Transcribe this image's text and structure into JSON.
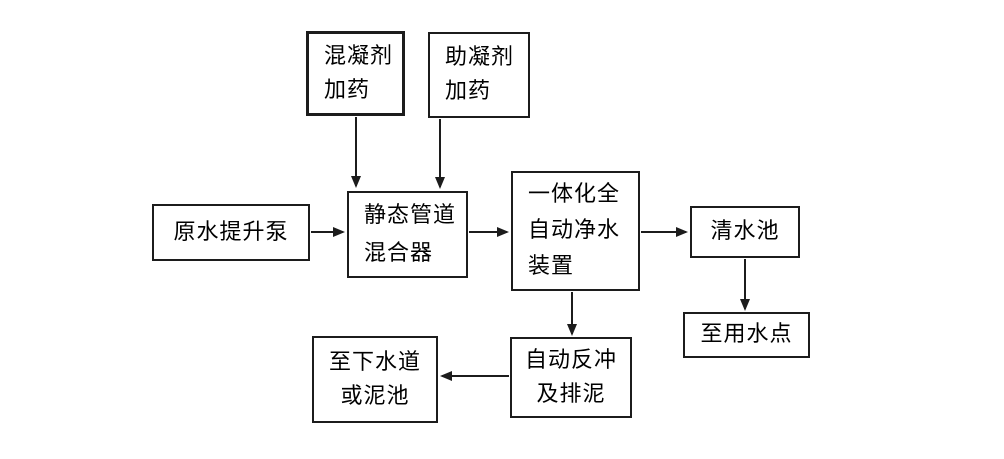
{
  "diagram": {
    "description": "water treatment process flow diagram",
    "colors": {
      "background": "#ffffff",
      "line": "#1c1c1c",
      "text": "#000000"
    },
    "nodes": {
      "coagulant_dosing": {
        "label": "混凝剂\n加药"
      },
      "coagulant_aid_dosing": {
        "label": "助凝剂\n加药"
      },
      "raw_water_pump": {
        "label": "原水提升泵"
      },
      "static_pipe_mixer": {
        "label": "静态管道\n混合器"
      },
      "integrated_purifier": {
        "label": "一体化全\n自动净水\n装置"
      },
      "clear_water_tank": {
        "label": "清水池"
      },
      "water_use_point": {
        "label": "至用水点"
      },
      "auto_backwash_sludge": {
        "label": "自动反冲\n及排泥"
      },
      "sewer_or_mud_pond": {
        "label": "至下水道\n或泥池"
      }
    },
    "edges": [
      {
        "from": "coagulant_dosing",
        "to": "static_pipe_mixer"
      },
      {
        "from": "coagulant_aid_dosing",
        "to": "static_pipe_mixer"
      },
      {
        "from": "raw_water_pump",
        "to": "static_pipe_mixer"
      },
      {
        "from": "static_pipe_mixer",
        "to": "integrated_purifier"
      },
      {
        "from": "integrated_purifier",
        "to": "clear_water_tank"
      },
      {
        "from": "clear_water_tank",
        "to": "water_use_point"
      },
      {
        "from": "integrated_purifier",
        "to": "auto_backwash_sludge"
      },
      {
        "from": "auto_backwash_sludge",
        "to": "sewer_or_mud_pond"
      }
    ]
  }
}
